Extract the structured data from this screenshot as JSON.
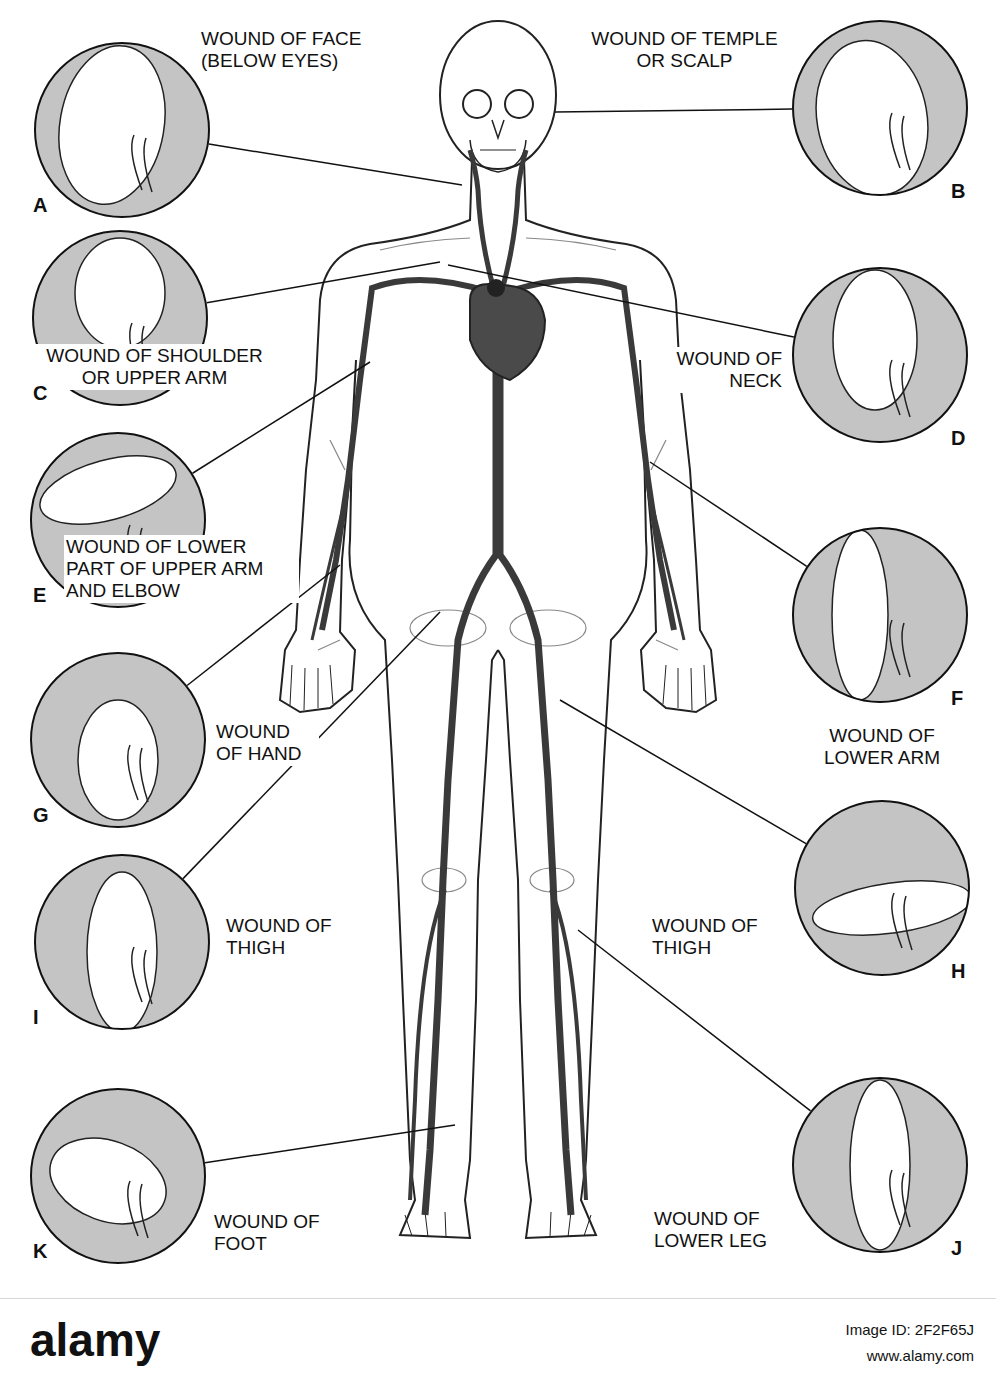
{
  "diagram": {
    "nodes": [
      {
        "text": [
          "WOUND OF FACE (BELOW EYES)",
          "A"
        ]
      },
      {
        "text": [
          "WOUND OF TEMPLE OR SCALP",
          "B"
        ]
      },
      {
        "text": [
          "WOUND OF SHOULDER OR UPPER ARM",
          "C"
        ]
      },
      {
        "text": [
          "WOUND OF NECK",
          "D"
        ]
      },
      {
        "text": [
          "WOUND OF LOWER PART OF UPPER ARM AND ELBOW",
          "E"
        ]
      },
      {
        "text": [
          "WOUND OF LOWER ARM",
          "F"
        ]
      },
      {
        "text": [
          "WOUND OF HAND",
          "G"
        ]
      },
      {
        "text": [
          "WOUND OF THIGH",
          "H"
        ]
      },
      {
        "text": [
          "WOUND OF THIGH",
          "I"
        ]
      },
      {
        "text": [
          "WOUND OF FOOT",
          "K"
        ]
      },
      {
        "text": [
          "WOUND OF LOWER LEG",
          "J"
        ]
      }
    ],
    "labels": [
      "alamy",
      "Image ID: 2F2F65J",
      "www.alamy.com"
    ]
  }
}
